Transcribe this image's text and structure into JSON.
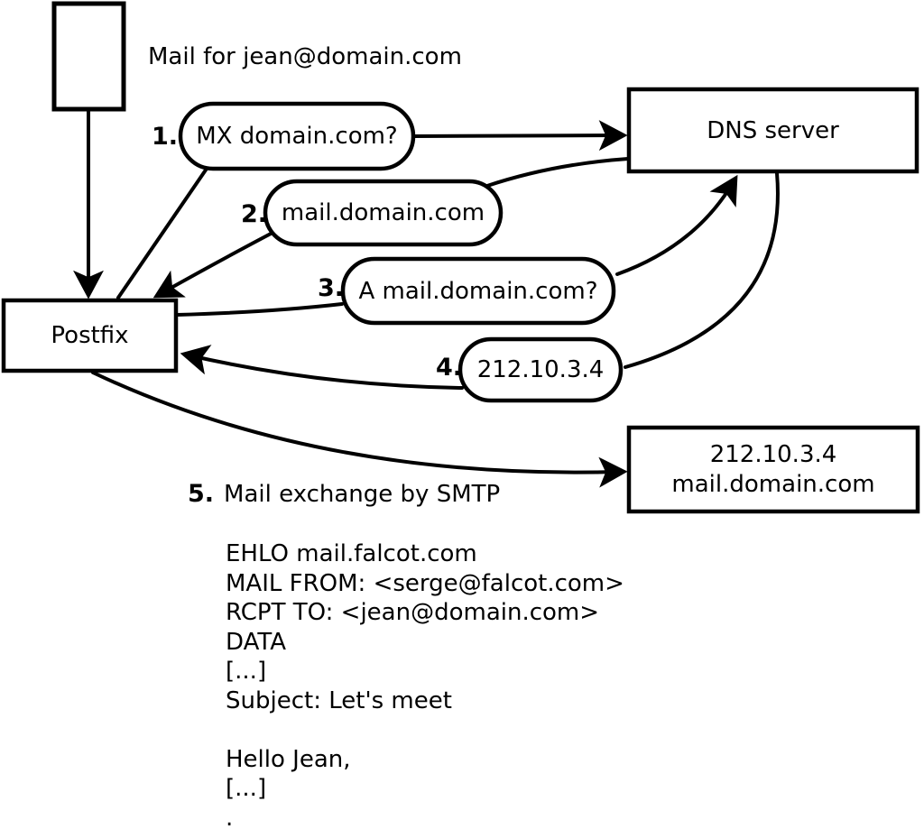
{
  "colors": {
    "ink": "#000000",
    "background": "#ffffff"
  },
  "annotations": {
    "mail_for": "Mail for jean@domain.com"
  },
  "steps": {
    "n1": "1.",
    "n2": "2.",
    "n3": "3.",
    "n4": "4.",
    "n5": "5.",
    "smtp_label": "Mail exchange by SMTP"
  },
  "nodes": {
    "postfix": "Postfix",
    "dns_server": "DNS server",
    "mail_server_ip": "212.10.3.4",
    "mail_server_host": "mail.domain.com"
  },
  "messages": {
    "query_mx": "MX domain.com?",
    "reply_mx": "mail.domain.com",
    "query_a": "A mail.domain.com?",
    "reply_a": "212.10.3.4"
  },
  "smtp_session": "EHLO mail.falcot.com\nMAIL FROM: <serge@falcot.com>\nRCPT TO: <jean@domain.com>\nDATA\n[...]\nSubject: Let's meet\n\nHello Jean,\n[...]\n."
}
